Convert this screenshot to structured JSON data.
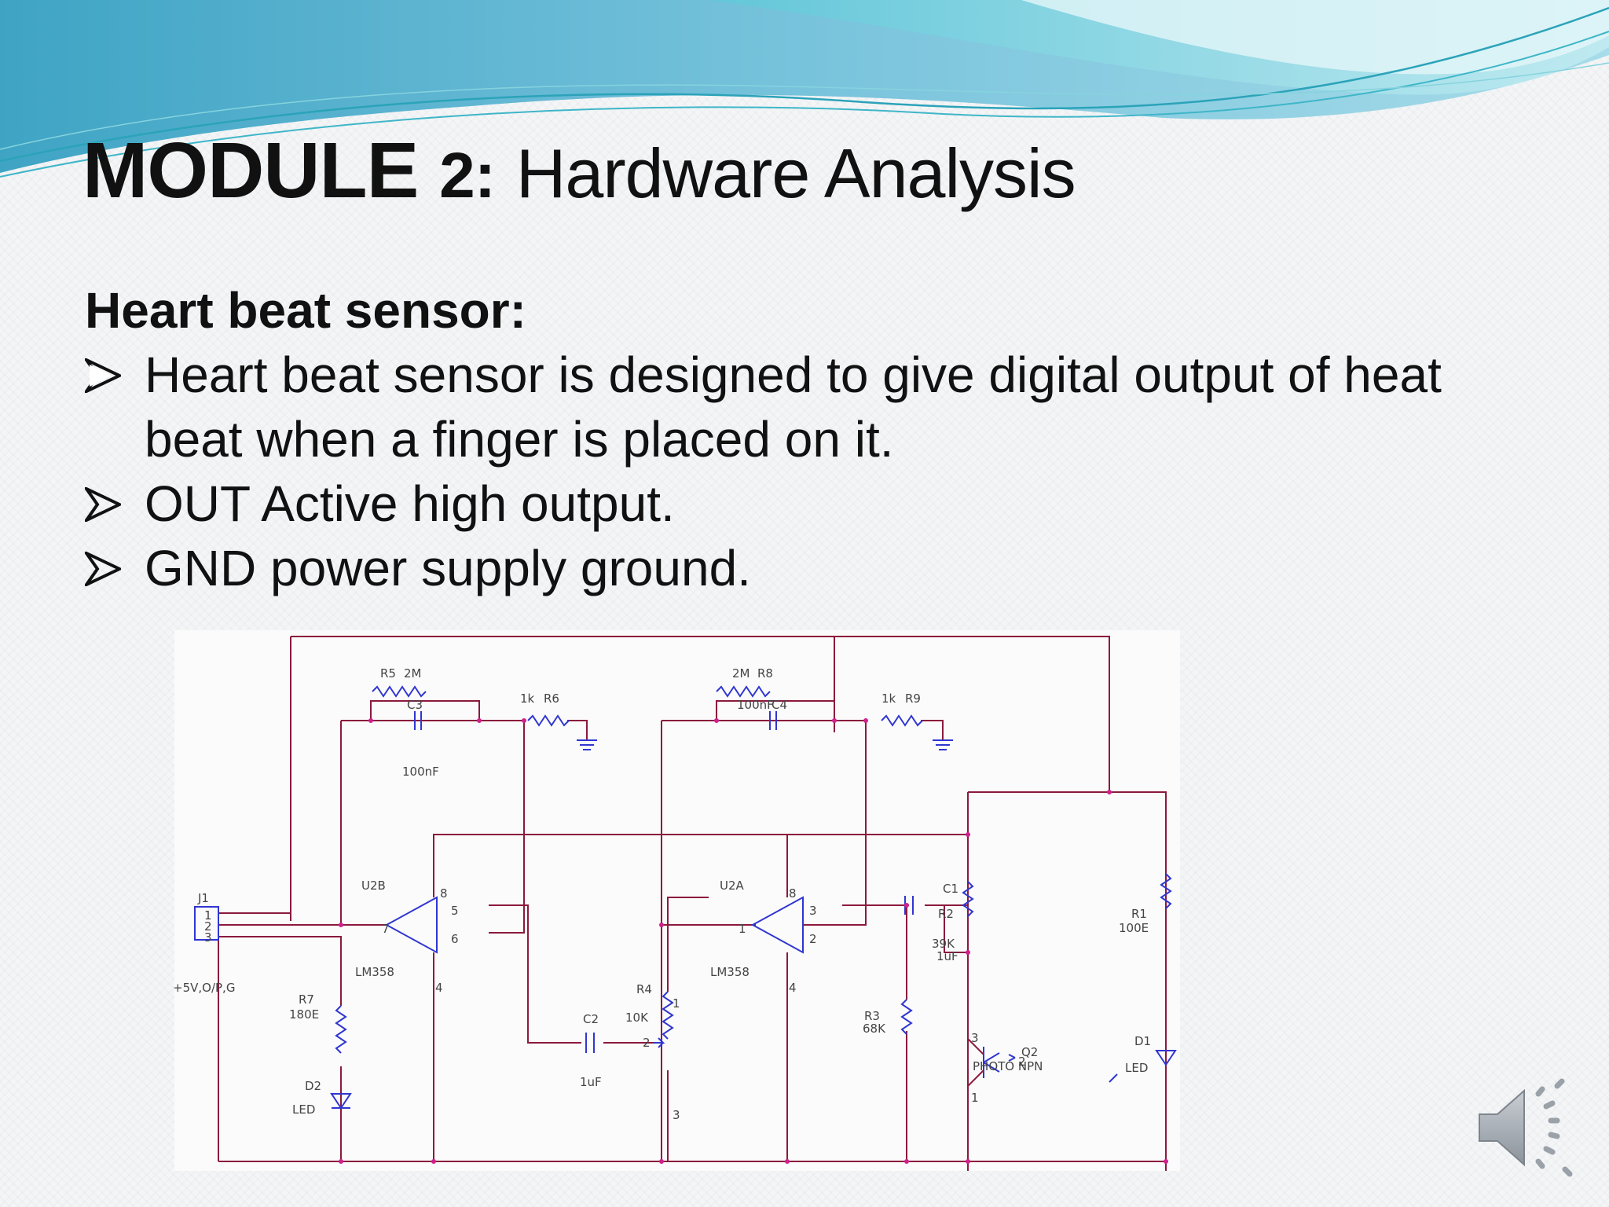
{
  "slide": {
    "title_bold": "MODULE",
    "title_number": "2:",
    "title_rest": "Hardware Analysis",
    "subheading": "Heart beat sensor:",
    "bullets": [
      {
        "text": "Heart beat sensor is designed to give digital output of heat beat when a finger is placed on it."
      },
      {
        "text": "OUT Active high output."
      },
      {
        "text": "GND power supply ground."
      }
    ],
    "bullet_icon": "arrow-bullet-icon",
    "audio_icon": "speaker-icon"
  },
  "schematic": {
    "connector": {
      "ref": "J1",
      "pins": [
        "1",
        "2",
        "3"
      ],
      "label": "+5V,O/P,G"
    },
    "op_amps": [
      {
        "ref": "U2B",
        "part": "LM358",
        "pins": [
          "5",
          "6",
          "7",
          "8",
          "4"
        ]
      },
      {
        "ref": "U2A",
        "part": "LM358",
        "pins": [
          "3",
          "2",
          "1",
          "8",
          "4"
        ]
      }
    ],
    "resistors": [
      {
        "ref": "R5",
        "value": "2M"
      },
      {
        "ref": "R6",
        "value": "1k"
      },
      {
        "ref": "R8",
        "value": "2M"
      },
      {
        "ref": "R9",
        "value": "1k"
      },
      {
        "ref": "R7",
        "value": "180E"
      },
      {
        "ref": "R3",
        "value": "68K"
      },
      {
        "ref": "R2",
        "value": "39K"
      },
      {
        "ref": "R1",
        "value": "100E"
      },
      {
        "ref": "R4",
        "value": "10K"
      }
    ],
    "capacitors": [
      {
        "ref": "C3",
        "value": "100nF"
      },
      {
        "ref": "C4",
        "value": "100nF"
      },
      {
        "ref": "C1",
        "value": "1uF"
      },
      {
        "ref": "C2",
        "value": "1uF"
      }
    ],
    "leds": [
      {
        "ref": "D2",
        "part": "LED"
      },
      {
        "ref": "D1",
        "part": "LED"
      }
    ],
    "transistor": {
      "ref": "Q2",
      "part": "PHOTO NPN"
    },
    "pot_pins": [
      "1",
      "2",
      "3"
    ],
    "transistor_pins": [
      "3",
      "2",
      "1"
    ],
    "colors": {
      "wire": "#8b1a3c",
      "component": "#3036d0",
      "node": "#d0208c"
    }
  }
}
